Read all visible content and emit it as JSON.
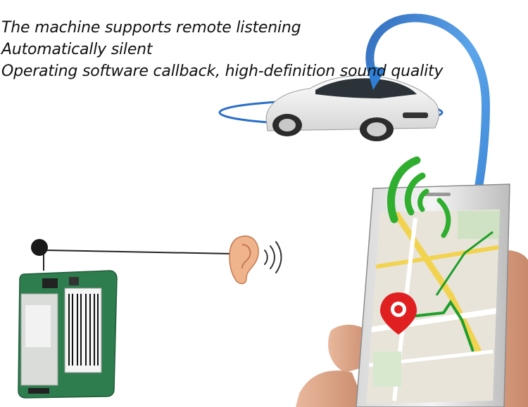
{
  "caption": {
    "line1": "The machine supports remote listening",
    "line2": "Automatically silent",
    "line3": "Operating software callback, high-definition sound quality"
  },
  "colors": {
    "arrow_blue": "#2f7fd6",
    "signal_green": "#2fae2f",
    "pcb_green": "#2e7d4f",
    "pin_red": "#e02020",
    "route_green": "#1f9e2a"
  },
  "icons": [
    "car-image",
    "orbit-ring",
    "curved-arrow",
    "wifi-signal-icon",
    "smartphone",
    "map-screen",
    "location-pin-icon",
    "microphone",
    "ear-icon",
    "sound-waves-icon",
    "gps-tracker-board",
    "hand"
  ]
}
